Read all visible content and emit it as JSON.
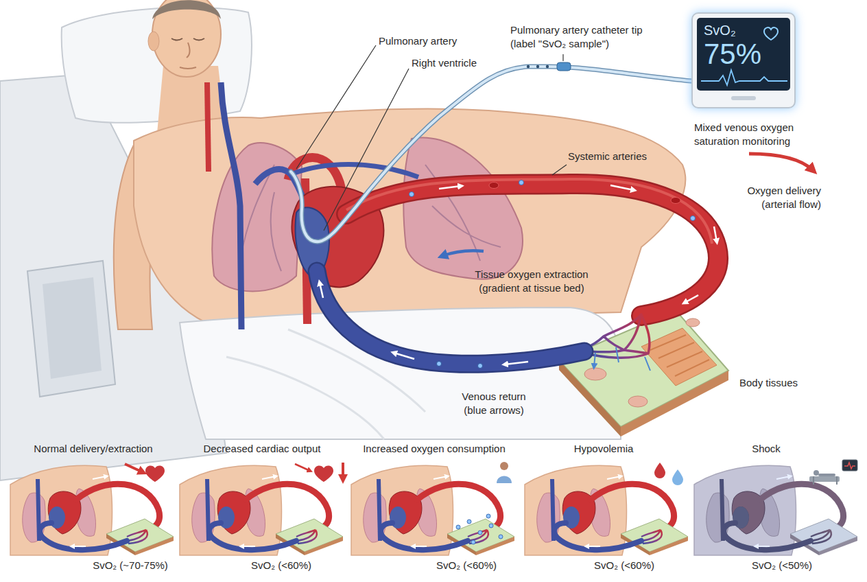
{
  "diagram": {
    "nodes": [
      {
        "text": [
          "SvO₂",
          "75%"
        ]
      }
    ],
    "labels": [
      "Pulmonary artery",
      "Right ventricle",
      "Pulmonary artery catheter tip (label \"SvO₂ sample\")",
      "Mixed venous oxygen saturation monitoring",
      "Systemic arteries",
      "Oxygen delivery (arterial flow)",
      "Tissue oxygen extraction (gradient at tissue bed)",
      "Body tissues",
      "Venous return (blue arrows)",
      "Normal delivery/extraction",
      "SvO₂ (~70-75%)",
      "Decreased cardiac output",
      "SvO₂ (<60%)",
      "Increased oxygen consumption",
      "SvO₂ (<60%)",
      "Hypovolemia",
      "SvO₂ (<60%)",
      "Shock",
      "SvO₂ (<50%)"
    ]
  }
}
